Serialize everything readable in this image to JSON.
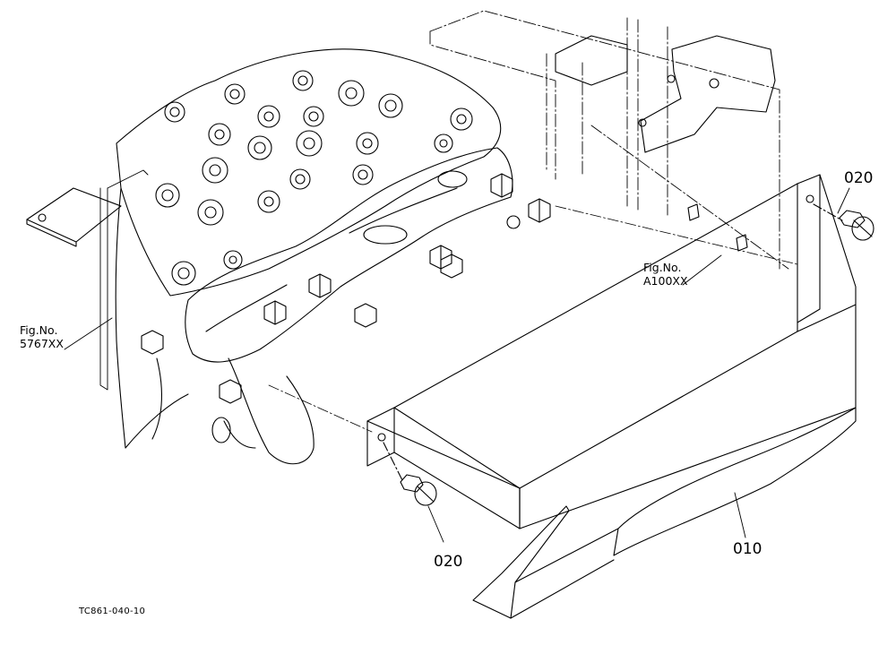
{
  "callouts": {
    "bolt_upper_right": "020",
    "bolt_lower": "020",
    "shield": "010"
  },
  "figure_refs": {
    "left": {
      "line1": "Fig.No.",
      "line2": "5767XX"
    },
    "right": {
      "line1": "Fig.No.",
      "line2": "A100XX"
    }
  },
  "drawing_code": "TC861-040-10",
  "colors": {
    "line": "#000000",
    "background": "#ffffff"
  }
}
